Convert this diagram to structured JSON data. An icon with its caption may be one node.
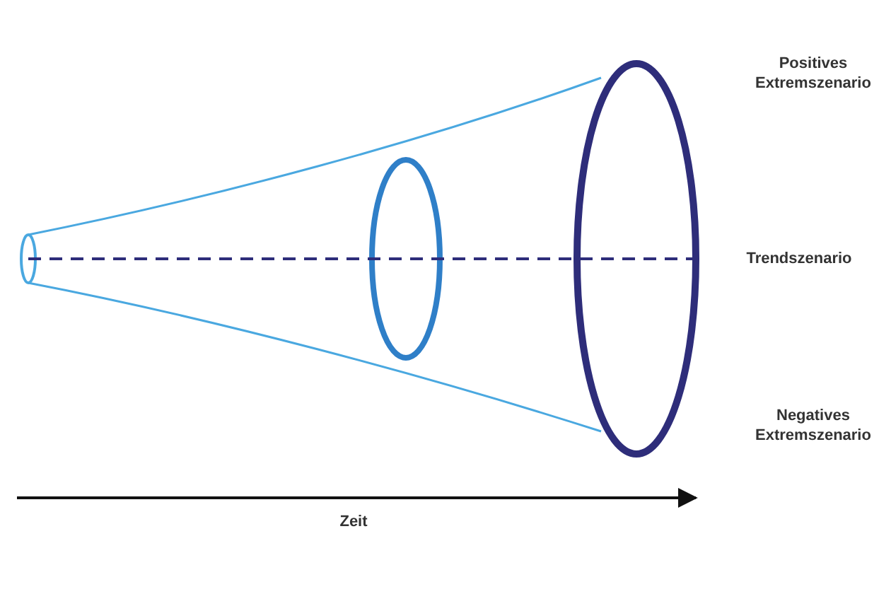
{
  "diagram": {
    "labels": [
      "Positives Extremszenario",
      "Trendszenario",
      "Negatives Extremszenario",
      "Zeit"
    ]
  }
}
